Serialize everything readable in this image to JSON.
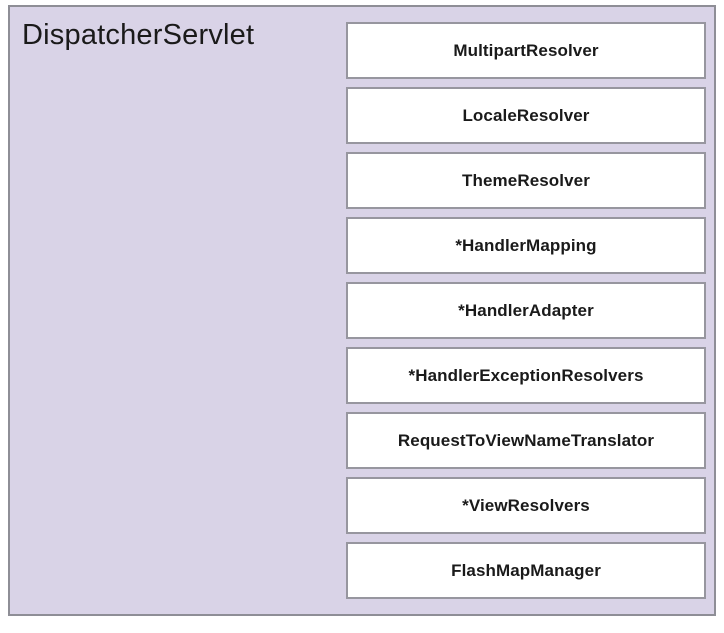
{
  "diagram": {
    "title": "DispatcherServlet",
    "components": [
      "MultipartResolver",
      "LocaleResolver",
      "ThemeResolver",
      "*HandlerMapping",
      "*HandlerAdapter",
      "*HandlerExceptionResolvers",
      "RequestToViewNameTranslator",
      "*ViewResolvers",
      "FlashMapManager"
    ],
    "colors": {
      "page_bg": "#ffffff",
      "container_fill": "#d9d3e7",
      "container_border": "#8e8e96",
      "box_fill": "#ffffff",
      "box_border": "#97969f",
      "text": "#1a1a1a"
    }
  }
}
